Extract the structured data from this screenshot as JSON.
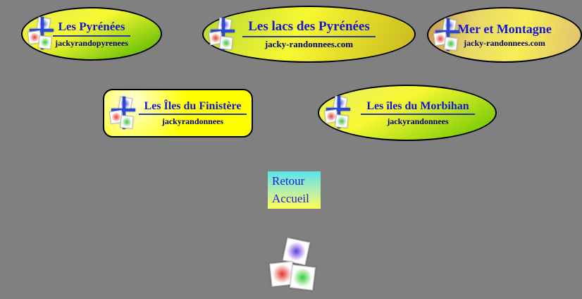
{
  "page": {
    "background": "#808080"
  },
  "badges": [
    {
      "title": "Les Pyrénées",
      "subtitle": "jackyrandopyrenees",
      "shape": "oval",
      "underlined": true
    },
    {
      "title": "Les lacs des Pyrénées",
      "subtitle": "jacky-randonnees.com",
      "shape": "oval",
      "underlined": true
    },
    {
      "title": "Mer et Montagne",
      "subtitle": "jacky-randonnees.com",
      "shape": "oval",
      "underlined": false
    },
    {
      "title": "Les Îles du Finistère",
      "subtitle": "jackyrandonnees",
      "shape": "rounded-rect",
      "underlined": true
    },
    {
      "title": "Les îles du Morbihan",
      "subtitle": "jackyrandonnees",
      "shape": "oval",
      "underlined": true
    }
  ],
  "home_link": {
    "line1": "Retour",
    "line2": "Accueil"
  },
  "icons": {
    "logo": "jacky-logo-icon: blue cross with white squares holding red, green and blue gradient dots"
  },
  "colors": {
    "background": "#808080",
    "title_blue": "#1616d6",
    "subtitle_navy": "#00006a",
    "badge_border": "#000000",
    "yellow": "#ffff00",
    "green": "#55b800",
    "olive": "#c8b820",
    "tan": "#c89858",
    "cyan": "#58e4ec",
    "logo_cross_blue": "#2b48d0"
  }
}
